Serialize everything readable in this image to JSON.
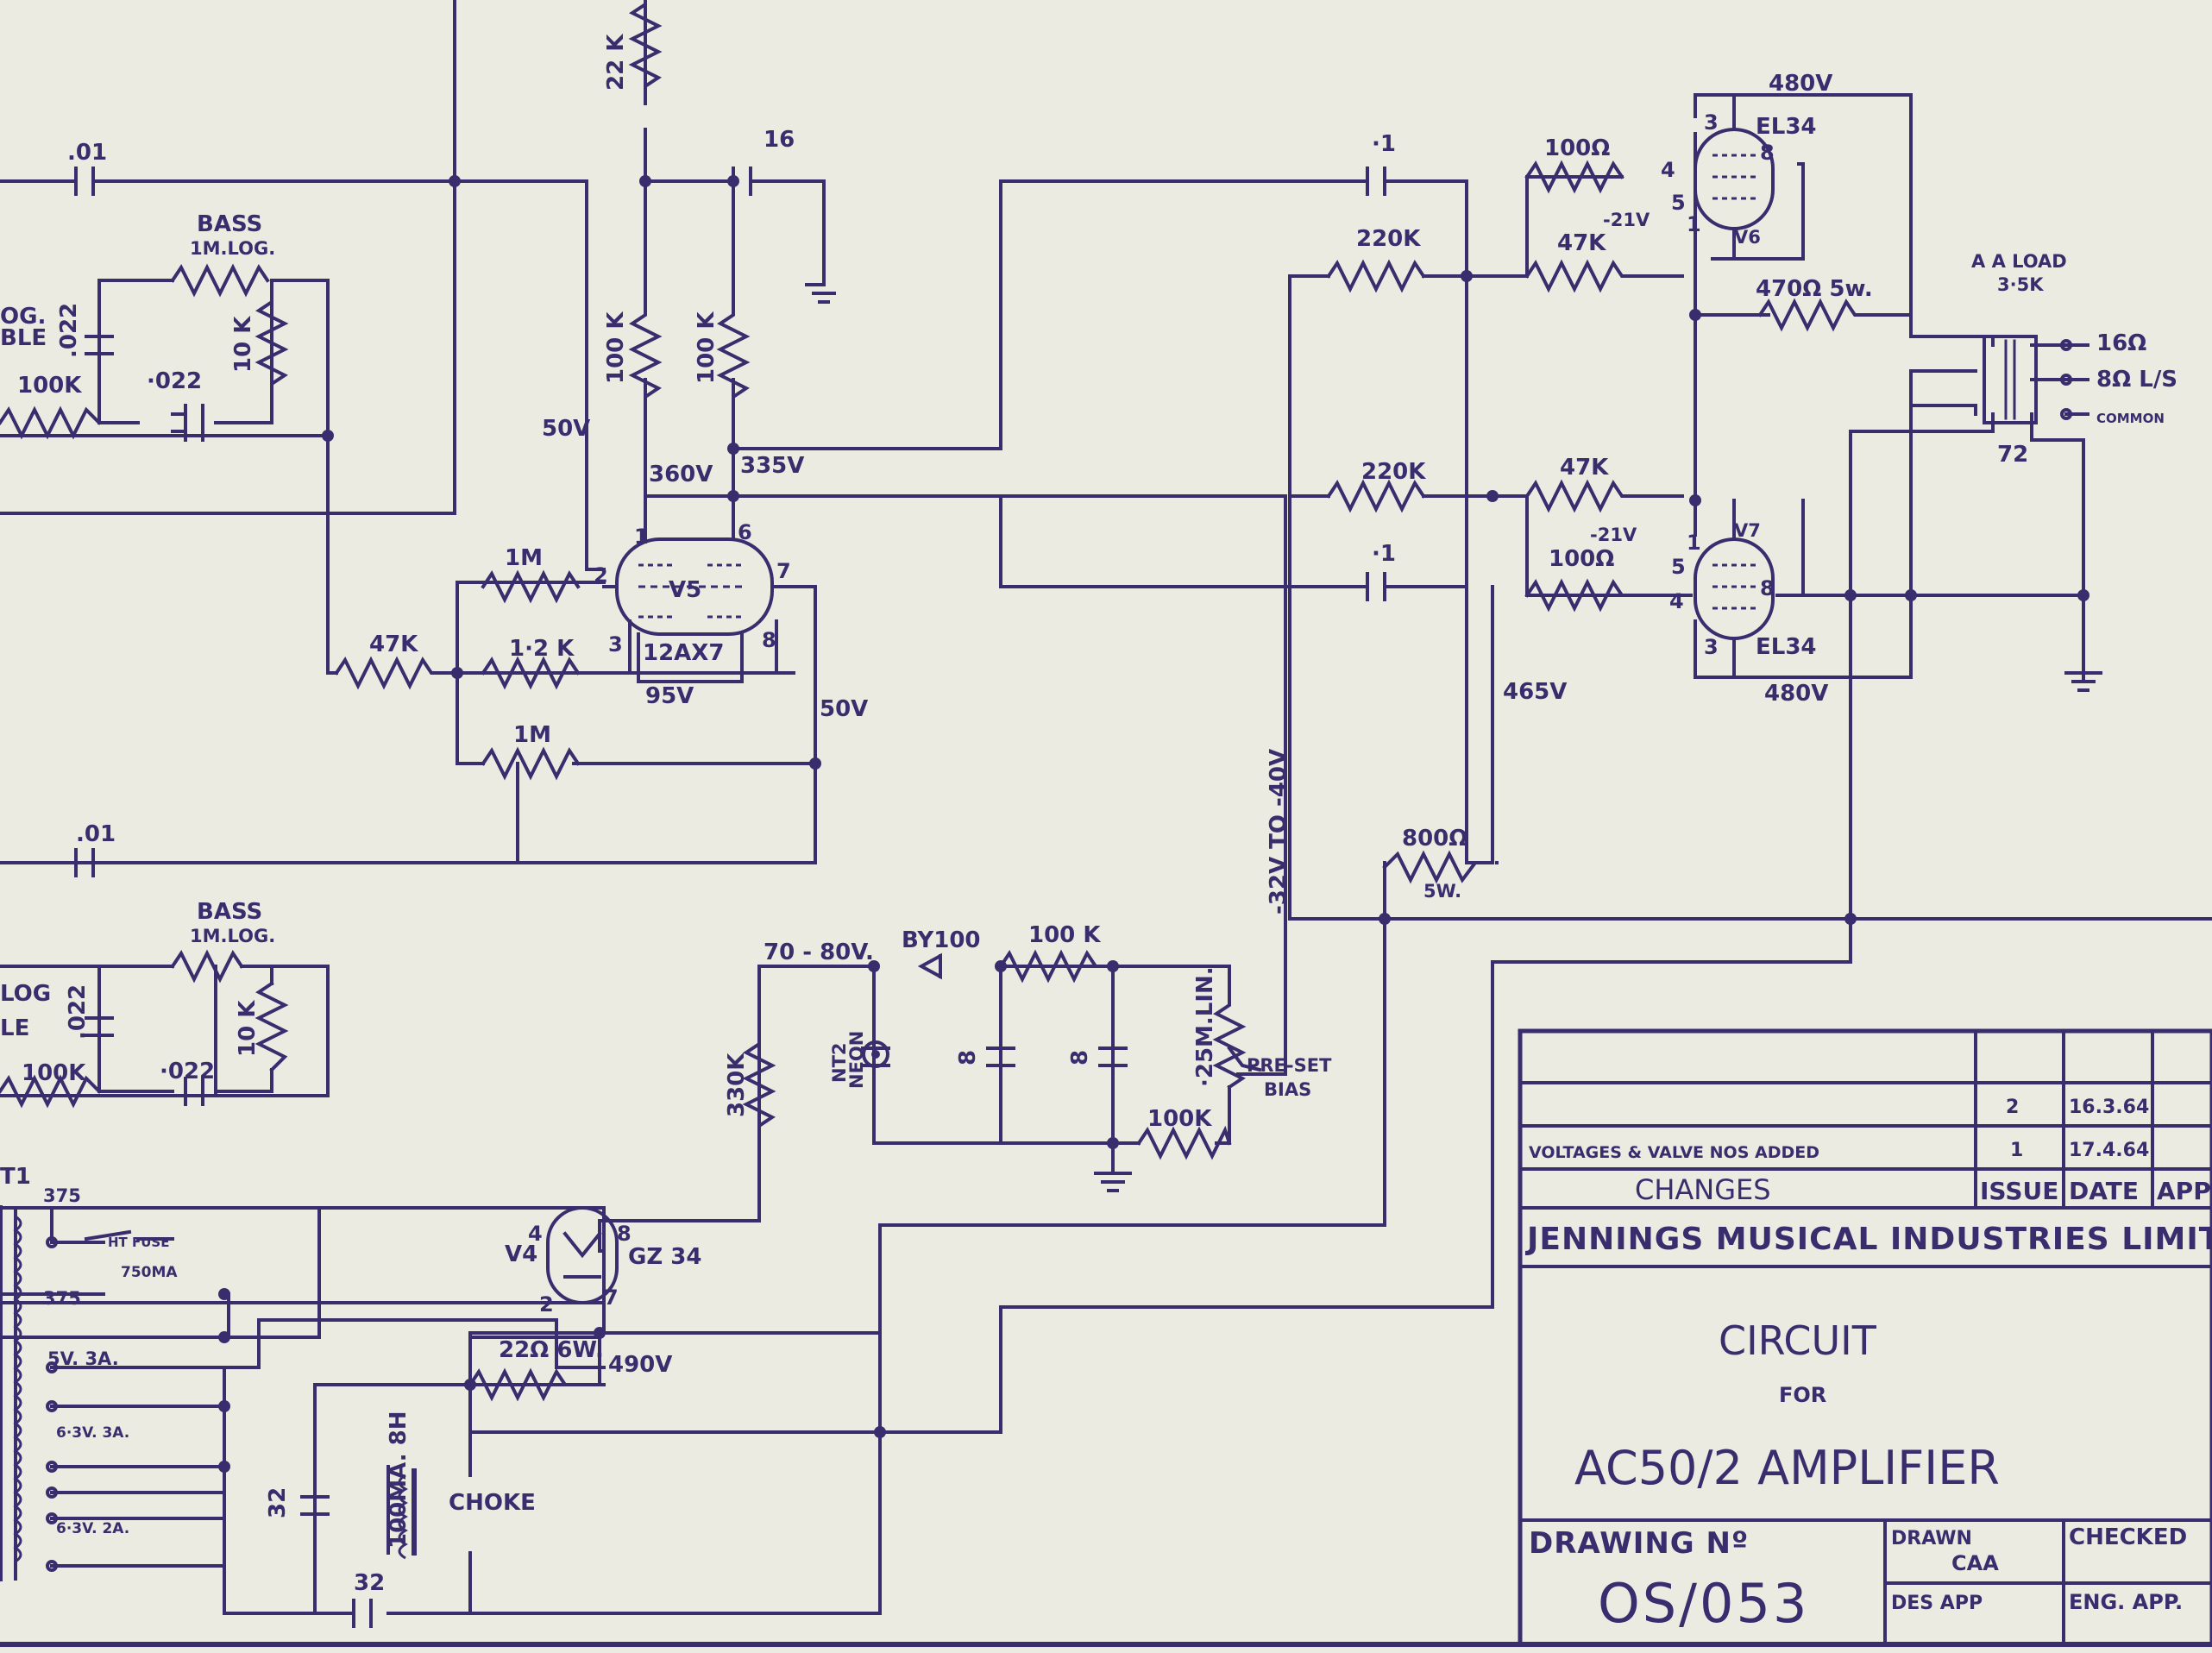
{
  "diagram": {
    "components": {
      "r_22k": "22 K",
      "c_01_top": ".01",
      "c_01_bottom": ".01",
      "c_16": "16",
      "bass_label": "BASS",
      "bass_pot": "1M.LOG.",
      "treble_frag_top_1": "OG.",
      "treble_frag_top_2": "BLE",
      "treble_frag_bot_1": "LOG",
      "treble_frag_bot_2": "LE",
      "c_022_a": ".022",
      "c_022_b": "·022",
      "r_100k_tone": "100K",
      "r_10k": "10 K",
      "r_100k_plate1": "100 K",
      "r_100k_plate2": "100 K",
      "v_50v_a": "50V",
      "v_50v_b": "50V",
      "v_360v": "360V",
      "v_335v": "335V",
      "r_1m_a": "1M",
      "r_1m_b": "1M",
      "r_1_2k": "1·2 K",
      "r_47k_a": "47K",
      "v_95v": "95V",
      "v5_label": "V5",
      "v5_type": "12AX7",
      "c_1_top": "·1",
      "c_1_bot": "·1",
      "r_220k_top": "220K",
      "r_220k_bot": "220K",
      "r_47k_top": "47K",
      "r_47k_bot": "47K",
      "r_100_top": "100Ω",
      "r_100_bot": "100Ω",
      "v_m21_top": "-21V",
      "v_m21_bot": "-21V",
      "v_480_top": "480V",
      "v_480_bot": "480V",
      "el34_top": "EL34",
      "el34_bot": "EL34",
      "v6": "V6",
      "v7": "V7",
      "r_470": "470Ω 5w.",
      "load_1": "A A LOAD",
      "load_2": "3·5K",
      "tap_16": "16Ω",
      "tap_8": "8Ω L/S",
      "tap_common": "COMMON",
      "tx_72": "72",
      "v_465": "465V",
      "bias_range": "-32V TO -40V",
      "r_800": "800Ω",
      "r_800_w": "5W.",
      "v_70_80": "70 - 80V.",
      "diode": "BY100",
      "r_100k_bias": "100 K",
      "r_330k": "330K",
      "neon_1": "NT2",
      "neon_2": "NEON",
      "c_8a": "8",
      "c_8b": "8",
      "pot_bias": "·25M.LIN.",
      "preset_1": "PRE-SET",
      "preset_2": "BIAS",
      "r_100k_b2": "100K",
      "t1": "T1",
      "v_375a": "375",
      "v_375b": "375",
      "ht_fuse": "HT FUSE",
      "fuse_rating": "750MA",
      "sec_5v": "5V. 3A.",
      "sec_63a": "6·3V. 3A.",
      "sec_63b": "6·3V. 2A.",
      "v4": "V4",
      "gz34": "GZ 34",
      "r_22_6w": "22Ω 6W.",
      "v_490": "490V",
      "c_32a": "32",
      "c_32b": "32",
      "choke_rating": "100MA. 8H",
      "choke": "CHOKE",
      "p_1": "1",
      "p_2": "2",
      "p_3": "3",
      "p_4": "4",
      "p_5": "5",
      "p_6": "6",
      "p_7": "7",
      "p_8": "8"
    },
    "title_block": {
      "row2_issue": "2",
      "row2_date": "16.3.64",
      "row1_change": "VOLTAGES & VALVE NOS ADDED",
      "row1_issue": "1",
      "row1_date": "17.4.64",
      "hdr_changes": "CHANGES",
      "hdr_issue": "ISSUE",
      "hdr_date": "DATE",
      "hdr_app": "APP",
      "company": "JENNINGS MUSICAL INDUSTRIES LIMITED",
      "title_1": "CIRCUIT",
      "title_2": "FOR",
      "title_3": "AC50/2 AMPLIFIER",
      "drawing_no_label": "DRAWING Nº",
      "drawing_no": "OS/053",
      "drawn": "DRAWN",
      "drawn_by": "CAA",
      "checked": "CHECKED",
      "des_app": "DES APP",
      "eng_app": "ENG. APP."
    }
  }
}
